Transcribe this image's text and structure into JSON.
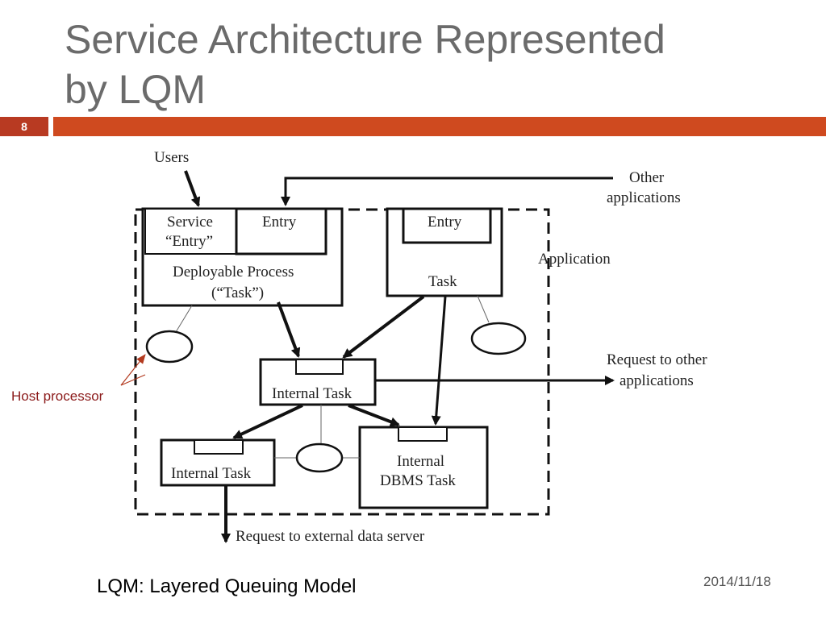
{
  "slide": {
    "title_line1": "Service Architecture Represented",
    "title_line2": "by LQM",
    "number": "8",
    "caption": "LQM: Layered Queuing Model",
    "date": "2014/11/18",
    "accent_color": "#cf4a1f"
  },
  "diagram": {
    "users": "Users",
    "other_apps_line1": "Other",
    "other_apps_line2": "applications",
    "application": "Application",
    "service_entry_line1": "Service",
    "service_entry_line2": "“Entry”",
    "entry_a": "Entry",
    "deployable_line1": "Deployable Process",
    "deployable_line2": "(“Task”)",
    "entry_b": "Entry",
    "task": "Task",
    "internal_task_center": "Internal Task",
    "request_other_line1": "Request to other",
    "request_other_line2": "applications",
    "host_processor": "Host processor",
    "internal_task_left": "Internal Task",
    "dbms_line1": "Internal",
    "dbms_line2": "DBMS Task",
    "request_external": "Request to external data server"
  }
}
